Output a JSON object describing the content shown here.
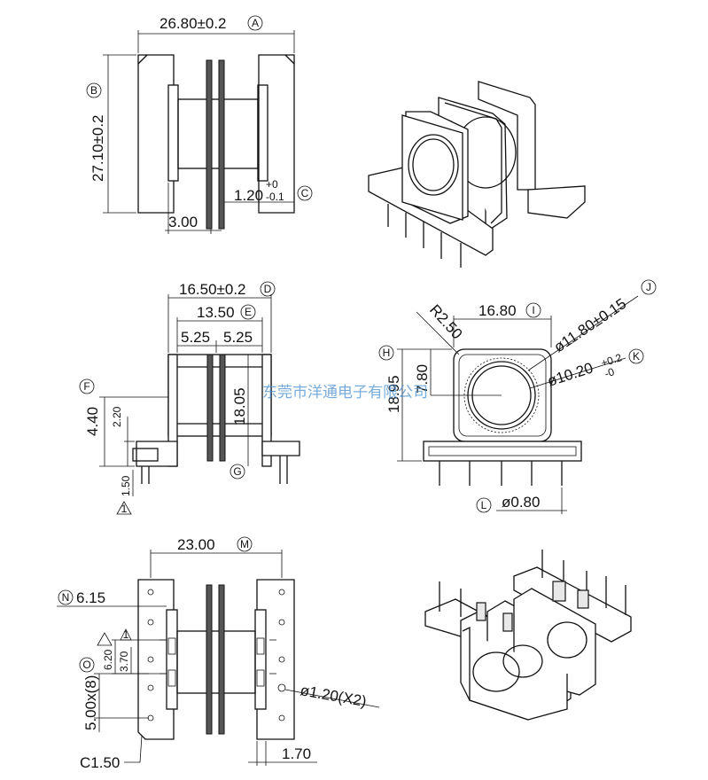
{
  "watermark": "东莞市洋通电子有限公司",
  "view_top": {
    "width": "26.80±0.2",
    "height": "27.10±0.2",
    "pin_off": "3.00",
    "flange_main": "1.20",
    "flange_tol_up": "+0",
    "flange_tol_dn": "-0.1"
  },
  "view_front": {
    "width_total": "16.50±0.2",
    "width_inner": "13.50",
    "slot_a": "5.25",
    "slot_b": "5.25",
    "height_core": "18.05",
    "h_base": "4.40",
    "h_step": "2.20",
    "pin_short": "1.50"
  },
  "view_side": {
    "width": "16.80",
    "height": "18.95",
    "radius": "R2.50",
    "d_outer": "ø11.80±0.15",
    "d_inner": "ø10.20",
    "d_inner_up": "+0.2",
    "d_inner_dn": "-0",
    "offset": "7.80",
    "pin_dia": "ø0.80"
  },
  "view_bottom": {
    "width": "23.00",
    "n_dim": "6.15",
    "slot_h": "6.20",
    "slot_w": "3.70",
    "pitch": "5.00x(8)",
    "hole": "ø1.20(X2)",
    "chamfer": "C1.50",
    "rail": "1.70"
  },
  "markers": {
    "A": "A",
    "B": "B",
    "C": "C",
    "D": "D",
    "E": "E",
    "F": "F",
    "G": "G",
    "H": "H",
    "I": "I",
    "J": "J",
    "K": "K",
    "L": "L",
    "M": "M",
    "N": "N",
    "O": "O",
    "T1": "1",
    "T2": "1"
  }
}
